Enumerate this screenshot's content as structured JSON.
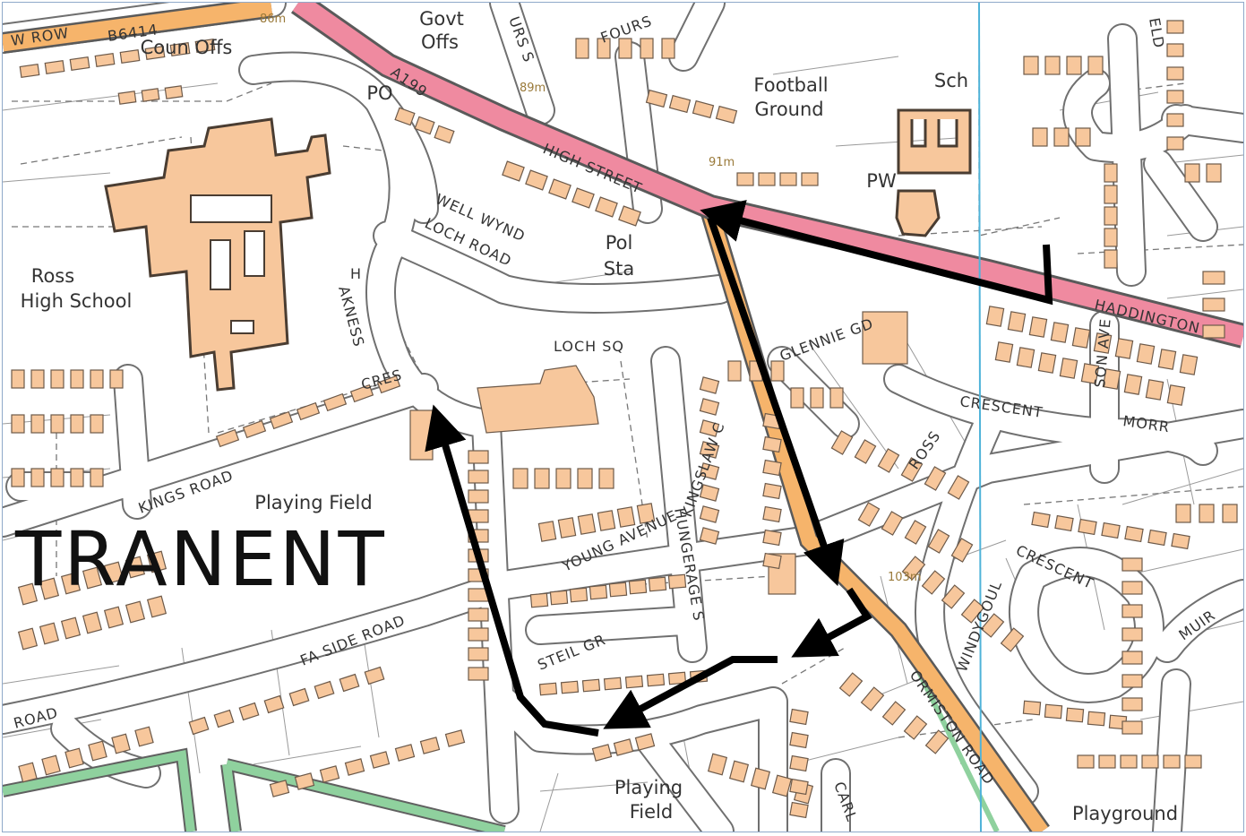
{
  "map": {
    "town_label": "TRANENT",
    "area_labels": [
      {
        "id": "ross-high-school",
        "lines": [
          "Ross",
          "High School"
        ]
      },
      {
        "id": "football-ground",
        "lines": [
          "Football",
          "Ground"
        ]
      },
      {
        "id": "playing-field-north",
        "lines": [
          "Playing Field"
        ]
      },
      {
        "id": "playing-field-south",
        "lines": [
          "Playing",
          "Field"
        ]
      },
      {
        "id": "playground",
        "lines": [
          "Playground"
        ]
      },
      {
        "id": "govt-offs",
        "lines": [
          "Govt",
          "Offs"
        ]
      },
      {
        "id": "coun-offs",
        "lines": [
          "Coun Offs"
        ]
      },
      {
        "id": "pol-sta",
        "lines": [
          "Pol",
          "Sta"
        ]
      },
      {
        "id": "po",
        "lines": [
          "PO"
        ]
      },
      {
        "id": "sch",
        "lines": [
          "Sch"
        ]
      },
      {
        "id": "pw",
        "lines": [
          "PW"
        ]
      }
    ],
    "road_labels": {
      "high_street": "HIGH STREET",
      "haddington": "HADDINGTON",
      "a199": "A199",
      "b6414": "B6414",
      "w_row": "W ROW",
      "well_wynd": "WELL WYND",
      "loch_road": "LOCH ROAD",
      "loch_sq": "LOCH SQ",
      "kings_road": "KINGS ROAD",
      "young_avenue": "YOUNG AVENUE",
      "kingslaw": "KINGSLAW C",
      "hungerage": "HUNGERAGE S",
      "steil_gr": "STEIL GR",
      "fa_side_road": "FA SIDE ROAD",
      "road_sw": "ROAD",
      "ross_crescent": "ROSS CRESCENT",
      "morrison_ave_a": "SON AVE",
      "morrison_ave_b": "MORR",
      "glennie_gd": "GLENNIE GD",
      "windygoul_crescent_a": "WINDYGOUL",
      "windygoul_crescent_b": "CRESCENT",
      "ormiston_road": "ORMISTON ROAD",
      "muir": "MUIR",
      "carl": "CARL",
      "elm": "ELD",
      "fours": "FOURS",
      "urs": "URS S",
      "akness_cres_a": "AKNESS",
      "akness_cres_b": "CRES",
      "h": "H"
    },
    "spot_heights": {
      "h86": "86m",
      "h89": "89m",
      "h91": "91m",
      "h103": "103m"
    },
    "colors": {
      "a_road": "#ef8aa0",
      "b_road": "#f6b46b",
      "building": "#f7c79c",
      "route_arrow": "#000000",
      "boundary_line": "#4fb3d9",
      "green_path": "#8fd19e"
    }
  }
}
